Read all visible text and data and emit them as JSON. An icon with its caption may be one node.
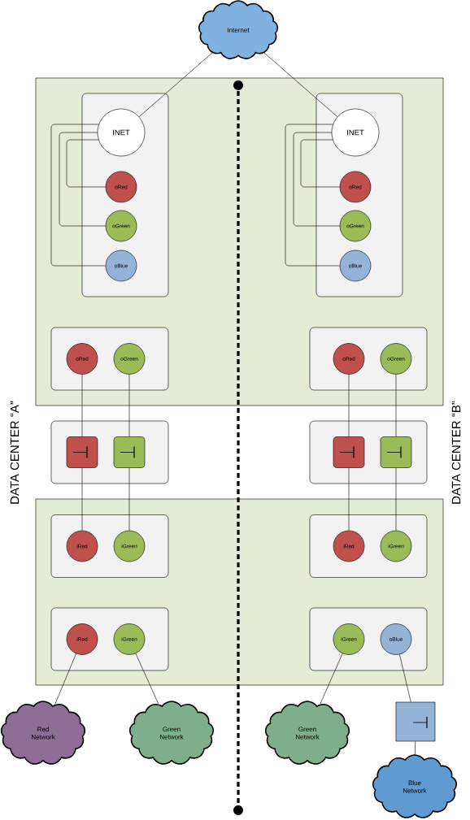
{
  "diagram": {
    "nodes": [
      {
        "text": [
          "Internet"
        ]
      },
      {
        "text": [],
        "shape": "box"
      },
      {
        "text": [],
        "shape": "box",
        "in": 1
      },
      {
        "text": [
          "INET"
        ],
        "in": 2
      },
      {
        "text": [
          "oRed"
        ],
        "in": 2
      },
      {
        "text": [
          "oGreen"
        ],
        "in": 2
      },
      {
        "text": [
          "oBlue"
        ],
        "in": 2
      },
      {
        "text": [],
        "shape": "box",
        "in": 1
      },
      {
        "text": [
          "INET"
        ],
        "in": 7
      },
      {
        "text": [
          "oRed"
        ],
        "in": 7
      },
      {
        "text": [
          "oGreen"
        ],
        "in": 7
      },
      {
        "text": [
          "oBlue"
        ],
        "in": 7
      },
      {
        "text": [],
        "shape": "box",
        "in": 1
      },
      {
        "text": [
          "oRed"
        ],
        "in": 12
      },
      {
        "text": [
          "oGreen"
        ],
        "in": 12
      },
      {
        "text": [],
        "shape": "box",
        "in": 1
      },
      {
        "text": [
          "oRed"
        ],
        "in": 15
      },
      {
        "text": [
          "oGreen"
        ],
        "in": 15
      },
      {
        "text": [],
        "shape": "box"
      },
      {
        "text": [],
        "shape": "box",
        "in": 18
      },
      {
        "text": [],
        "shape": "box",
        "in": 18
      },
      {
        "text": [],
        "shape": "box"
      },
      {
        "text": [],
        "shape": "box",
        "in": 21
      },
      {
        "text": [],
        "shape": "box",
        "in": 21
      },
      {
        "text": [],
        "shape": "box"
      },
      {
        "text": [],
        "shape": "box",
        "in": 24
      },
      {
        "text": [
          "iRed"
        ],
        "in": 25
      },
      {
        "text": [
          "iGreen"
        ],
        "in": 25
      },
      {
        "text": [],
        "shape": "box",
        "in": 24
      },
      {
        "text": [
          "iRed"
        ],
        "in": 28
      },
      {
        "text": [
          "iGreen"
        ],
        "in": 28
      },
      {
        "text": [],
        "shape": "box",
        "in": 24
      },
      {
        "text": [
          "iRed"
        ],
        "in": 31
      },
      {
        "text": [
          "iGreen"
        ],
        "in": 31
      },
      {
        "text": [],
        "shape": "box",
        "in": 24
      },
      {
        "text": [
          "iGreen"
        ],
        "in": 34
      },
      {
        "text": [
          "oBlue"
        ],
        "in": 34
      },
      {
        "text": [
          "Red Network"
        ]
      },
      {
        "text": [
          "Green Network"
        ]
      },
      {
        "text": [
          "Green Network"
        ]
      },
      {
        "text": [],
        "shape": "box"
      },
      {
        "text": [
          "Blue Network"
        ]
      }
    ],
    "edges": [
      {
        "from": 0,
        "to": 3,
        "arrow": "none"
      },
      {
        "from": 0,
        "to": 8,
        "arrow": "none"
      },
      {
        "from": 3,
        "to": 4,
        "arrow": "none"
      },
      {
        "from": 3,
        "to": 5,
        "arrow": "none"
      },
      {
        "from": 3,
        "to": 6,
        "arrow": "none"
      },
      {
        "from": 8,
        "to": 9,
        "arrow": "none"
      },
      {
        "from": 8,
        "to": 10,
        "arrow": "none"
      },
      {
        "from": 8,
        "to": 11,
        "arrow": "none"
      },
      {
        "from": 13,
        "to": 19,
        "arrow": "none"
      },
      {
        "from": 19,
        "to": 26,
        "arrow": "none"
      },
      {
        "from": 14,
        "to": 20,
        "arrow": "none"
      },
      {
        "from": 20,
        "to": 27,
        "arrow": "none"
      },
      {
        "from": 16,
        "to": 22,
        "arrow": "none"
      },
      {
        "from": 22,
        "to": 29,
        "arrow": "none"
      },
      {
        "from": 17,
        "to": 23,
        "arrow": "none"
      },
      {
        "from": 23,
        "to": 30,
        "arrow": "none"
      },
      {
        "from": 32,
        "to": 37,
        "arrow": "none"
      },
      {
        "from": 33,
        "to": 38,
        "arrow": "none"
      },
      {
        "from": 35,
        "to": 39,
        "arrow": "none"
      },
      {
        "from": 36,
        "to": 40,
        "arrow": "none"
      },
      {
        "from": 40,
        "to": 41,
        "arrow": "none"
      }
    ],
    "labels": [
      "DATA CENTER “A”",
      "DATA CENTER “B”"
    ]
  }
}
